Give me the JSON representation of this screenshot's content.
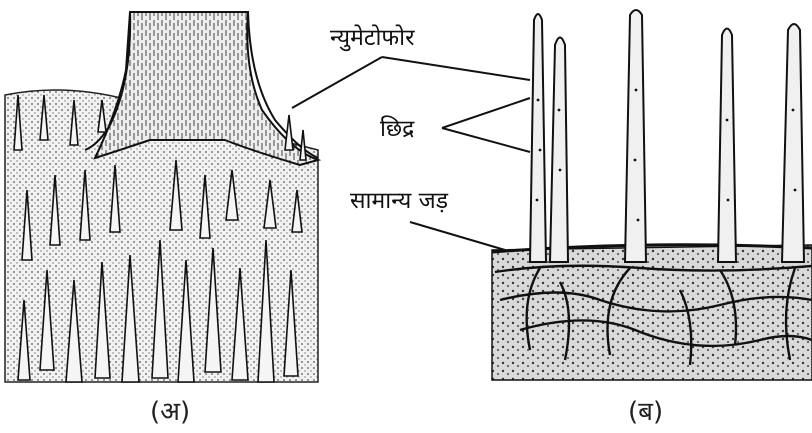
{
  "labels": {
    "pneumatophore": "न्युमेटोफोर",
    "pore": "छिद्र",
    "normal_root": "सामान्य जड़"
  },
  "captions": {
    "left": "(अ)",
    "right": "(ब)"
  },
  "colors": {
    "ink": "#111111",
    "soil_dark": "#2a2a2a",
    "paper": "#ffffff"
  }
}
